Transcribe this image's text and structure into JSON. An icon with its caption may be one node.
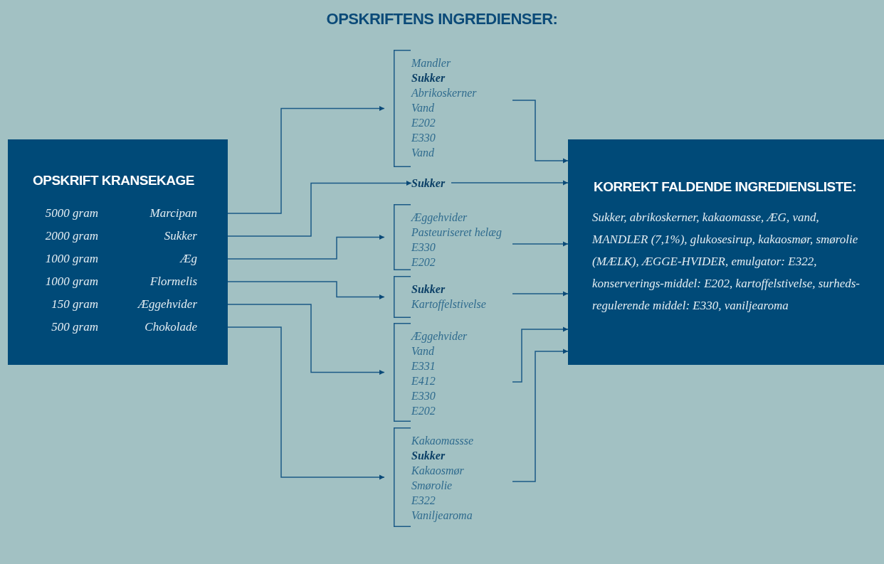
{
  "diagram": {
    "title": "OPSKRIFTENS INGREDIENSER:",
    "nodes": [
      {
        "text": [
          "OPSKRIFT KRANSEKAGE"
        ]
      },
      {
        "text": [
          "5000 gram",
          "Marcipan"
        ],
        "in": 0
      },
      {
        "text": [
          "2000 gram",
          "Sukker"
        ],
        "in": 0
      },
      {
        "text": [
          "1000 gram",
          "Æg"
        ],
        "in": 0
      },
      {
        "text": [
          "1000 gram",
          "Flormelis"
        ],
        "in": 0
      },
      {
        "text": [
          "150 gram",
          "Æggehvider"
        ],
        "in": 0
      },
      {
        "text": [
          "500 gram",
          "Chokolade"
        ],
        "in": 0
      },
      {
        "text": [
          "Mandler",
          "**Sukker**",
          "Abrikoskerner",
          "Vand",
          "E202",
          "E330",
          "Vand"
        ]
      },
      {
        "text": [
          "**Sukker**"
        ]
      },
      {
        "text": [
          "Æggehvider",
          "Pasteuriseret helæg",
          "E330",
          "E202"
        ]
      },
      {
        "text": [
          "**Sukker**",
          "Kartoffelstivelse"
        ]
      },
      {
        "text": [
          "Æggehvider",
          "Vand",
          "E331",
          "E412",
          "E330",
          "E202"
        ]
      },
      {
        "text": [
          "Kakaomassse",
          "**Sukker**",
          "Kakaosmør",
          "Smørolie",
          "E322",
          "Vaniljearoma"
        ]
      },
      {
        "text": [
          "KORREKT FALDENDE INGREDIENSLISTE:",
          "Sukker, abrikoskerner, kakaomasse, ÆG, vand, MANDLER (7,1%), glukosesirup, kakaosmør, smørolie (MÆLK), ÆGGE-HVIDER, emulgator: E322, konserverings-middel: E202, kartoffelstivelse, surheds-regulerende middel: E330, vaniljearoma"
        ]
      }
    ],
    "edges": [
      {
        "from": 1,
        "to": 7,
        "arrow": "to"
      },
      {
        "from": 2,
        "to": 8,
        "arrow": "to"
      },
      {
        "from": 3,
        "to": 9,
        "arrow": "to"
      },
      {
        "from": 4,
        "to": 10,
        "arrow": "to"
      },
      {
        "from": 5,
        "to": 11,
        "arrow": "to"
      },
      {
        "from": 6,
        "to": 12,
        "arrow": "to"
      },
      {
        "from": 7,
        "to": 13,
        "arrow": "to"
      },
      {
        "from": 8,
        "to": 13,
        "arrow": "to"
      },
      {
        "from": 9,
        "to": 13,
        "arrow": "to"
      },
      {
        "from": 10,
        "to": 13,
        "arrow": "to"
      },
      {
        "from": 11,
        "to": 13,
        "arrow": "to"
      },
      {
        "from": 12,
        "to": 13,
        "arrow": "to"
      }
    ]
  }
}
